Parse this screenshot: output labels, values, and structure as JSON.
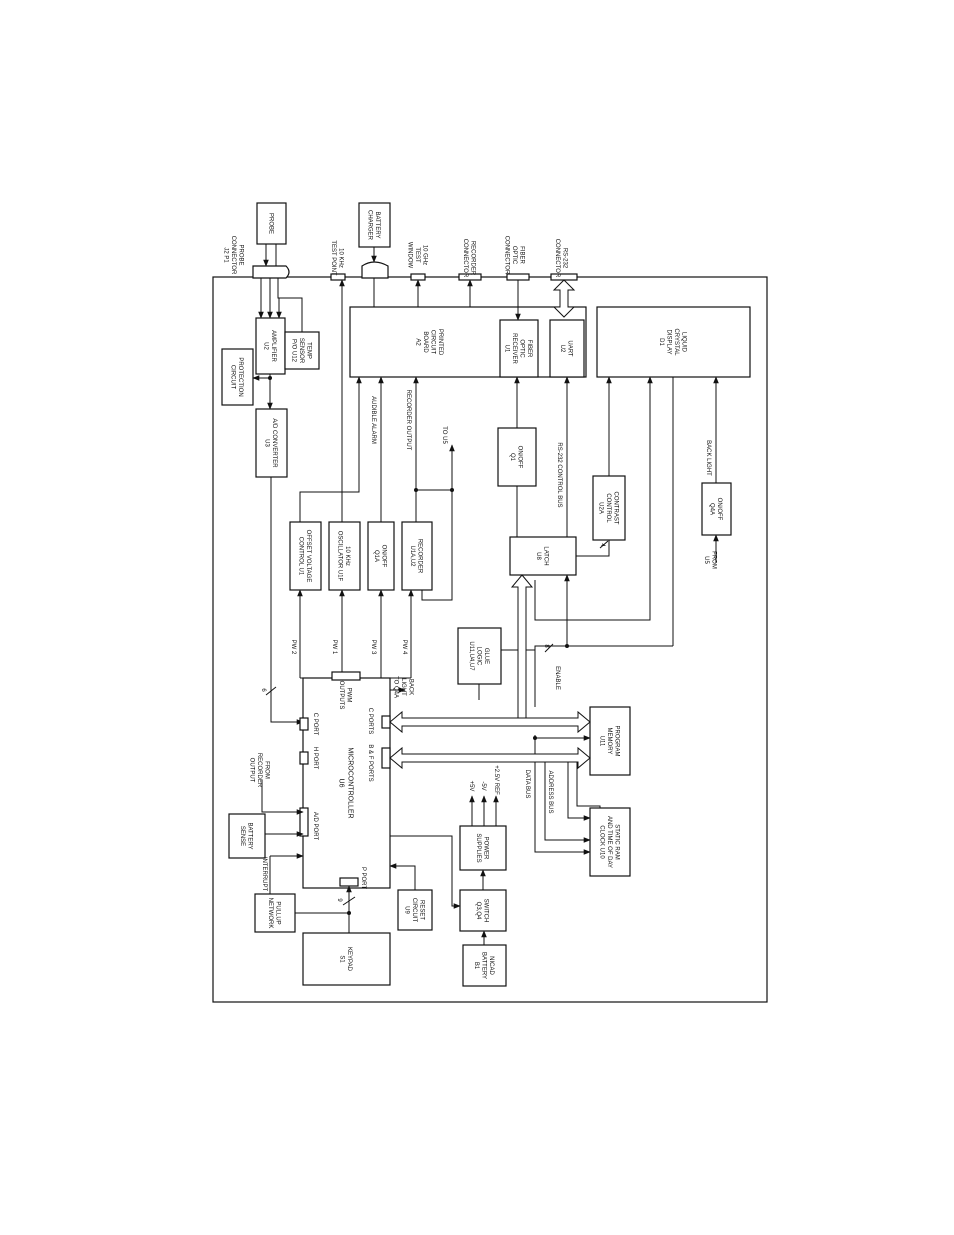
{
  "blocks": [
    {
      "id": "probe",
      "lines": [
        "PROBE"
      ]
    },
    {
      "id": "battery-charger",
      "lines": [
        "BATTERY",
        "CHARGER"
      ]
    },
    {
      "id": "amplifier",
      "lines": [
        "AMPLIFIER",
        "U2"
      ]
    },
    {
      "id": "temp-sensor",
      "lines": [
        "TEMP",
        "SENSOR",
        "P/O U12"
      ]
    },
    {
      "id": "protection-circuit",
      "lines": [
        "PROTECTION",
        "CIRCUIT"
      ]
    },
    {
      "id": "ad-converter",
      "lines": [
        "A/D CONVERTER",
        "U3"
      ]
    },
    {
      "id": "printed-circuit-board",
      "lines": [
        "PRINTED",
        "CIRCUIT",
        "BOARD",
        "A2"
      ]
    },
    {
      "id": "fiber-optic-receiver",
      "lines": [
        "FIBER",
        "OPTIC",
        "RECEIVER",
        "U1"
      ]
    },
    {
      "id": "uart",
      "lines": [
        "UART",
        "U2"
      ]
    },
    {
      "id": "liquid-crystal-display",
      "lines": [
        "LIQUID",
        "CRYSTAL",
        "DISPLAY",
        "D1"
      ]
    },
    {
      "id": "offset-voltage-control",
      "lines": [
        "OFFSET VOLTAGE",
        "CONTROL U1"
      ]
    },
    {
      "id": "oscillator",
      "lines": [
        "10 KHz",
        "OSCILLATOR U1F"
      ]
    },
    {
      "id": "onoff-q1a",
      "lines": [
        "ON/OFF",
        "Q1A"
      ]
    },
    {
      "id": "recorder",
      "lines": [
        "RECORDER",
        "U1A,U2"
      ]
    },
    {
      "id": "onoff-q1",
      "lines": [
        "ON/OFF",
        "Q1"
      ]
    },
    {
      "id": "latch",
      "lines": [
        "LATCH",
        "U8"
      ]
    },
    {
      "id": "contrast-control",
      "lines": [
        "CONTRAST",
        "CONTROL",
        "U2A"
      ]
    },
    {
      "id": "onoff-q4a",
      "lines": [
        "ON/OFF",
        "Q4A"
      ]
    },
    {
      "id": "glue-logic",
      "lines": [
        "GLUE",
        "LOGIC",
        "U11,U4,U7"
      ]
    },
    {
      "id": "microcontroller",
      "lines": [
        "MICROCONTROLLER",
        "U6"
      ]
    },
    {
      "id": "program-memory",
      "lines": [
        "PROGRAM",
        "MEMORY",
        "U11"
      ]
    },
    {
      "id": "static-ram",
      "lines": [
        "STATIC RAM",
        "AND TIME OF DAY",
        "CLOCK U10"
      ]
    },
    {
      "id": "power-supplies",
      "lines": [
        "POWER",
        "SUPPLIES"
      ]
    },
    {
      "id": "battery-sense",
      "lines": [
        "BATTERY",
        "SENSE"
      ]
    },
    {
      "id": "pullup-network",
      "lines": [
        "PULLUP",
        "NETWORK"
      ]
    },
    {
      "id": "reset-circuit",
      "lines": [
        "RESET",
        "CIRCUIT",
        "U9"
      ]
    },
    {
      "id": "switch",
      "lines": [
        "SWITCH",
        "Q3,Q4"
      ]
    },
    {
      "id": "keypad",
      "lines": [
        "KEYPAD",
        "S1"
      ]
    },
    {
      "id": "nicad-battery",
      "lines": [
        "NICAD",
        "BATTERY",
        "B1"
      ]
    }
  ],
  "labels": [
    {
      "id": "probe-connector",
      "lines": [
        "PROBE",
        "CONNECTOR",
        "J2  P1"
      ]
    },
    {
      "id": "test-point",
      "lines": [
        "10 KHz",
        "TEST POINT"
      ]
    },
    {
      "id": "test-window",
      "lines": [
        "10 GHz",
        "TEST",
        "WINDOW"
      ]
    },
    {
      "id": "recorder-connector",
      "lines": [
        "RECORDER",
        "CONNECTOR"
      ]
    },
    {
      "id": "fiber-optic-connector",
      "lines": [
        "FIBER",
        "OPTIC",
        "CONNECTOR"
      ]
    },
    {
      "id": "rs232-connector",
      "lines": [
        "RS-232",
        "CONNECTOR"
      ]
    },
    {
      "id": "audible-alarm",
      "lines": [
        "AUDIBLE ALARM"
      ]
    },
    {
      "id": "recorder-output",
      "lines": [
        "RECORDER OUTPUT"
      ]
    },
    {
      "id": "to-u5",
      "lines": [
        "TO U5"
      ]
    },
    {
      "id": "rs232-control-bus",
      "lines": [
        "RS-232 CONTROL BUS"
      ]
    },
    {
      "id": "back-light",
      "lines": [
        "BACK LIGHT"
      ]
    },
    {
      "id": "from-u5",
      "lines": [
        "FROM",
        "U5"
      ]
    },
    {
      "id": "pw2",
      "lines": [
        "PW 2"
      ]
    },
    {
      "id": "pw1",
      "lines": [
        "PW 1"
      ]
    },
    {
      "id": "pw3",
      "lines": [
        "PW 3"
      ]
    },
    {
      "id": "pw4",
      "lines": [
        "PW 4"
      ]
    },
    {
      "id": "pwm-outputs",
      "lines": [
        "PWM",
        "OUTPUTS"
      ]
    },
    {
      "id": "backlight-to-q4a",
      "lines": [
        "BACK",
        "LIGHT",
        "TO Q4A"
      ]
    },
    {
      "id": "c-port",
      "lines": [
        "C PORT"
      ]
    },
    {
      "id": "h-port",
      "lines": [
        "H PORT"
      ]
    },
    {
      "id": "ad-port",
      "lines": [
        "A/D PORT"
      ]
    },
    {
      "id": "p-port",
      "lines": [
        "P PORT"
      ]
    },
    {
      "id": "c-ports",
      "lines": [
        "C PORTS"
      ]
    },
    {
      "id": "bf-ports",
      "lines": [
        "B & F PORTS"
      ]
    },
    {
      "id": "from-recorder-output",
      "lines": [
        "FROM",
        "RECORDER",
        "OUTPUT"
      ]
    },
    {
      "id": "interrupt",
      "lines": [
        "INTERRUPT"
      ]
    },
    {
      "id": "enable",
      "lines": [
        "ENABLE"
      ]
    },
    {
      "id": "data-bus",
      "lines": [
        "DATA BUS"
      ]
    },
    {
      "id": "address-bus",
      "lines": [
        "ADDRESS BUS"
      ]
    },
    {
      "id": "plus5v-a",
      "lines": [
        "+5V"
      ]
    },
    {
      "id": "minus5v",
      "lines": [
        "-5V"
      ]
    },
    {
      "id": "ref25v",
      "lines": [
        "+2.5V REF"
      ]
    },
    {
      "id": "n6",
      "lines": [
        "6"
      ]
    },
    {
      "id": "n4",
      "lines": [
        "4"
      ]
    },
    {
      "id": "n8",
      "lines": [
        "8"
      ]
    },
    {
      "id": "n9",
      "lines": [
        "9"
      ]
    }
  ]
}
